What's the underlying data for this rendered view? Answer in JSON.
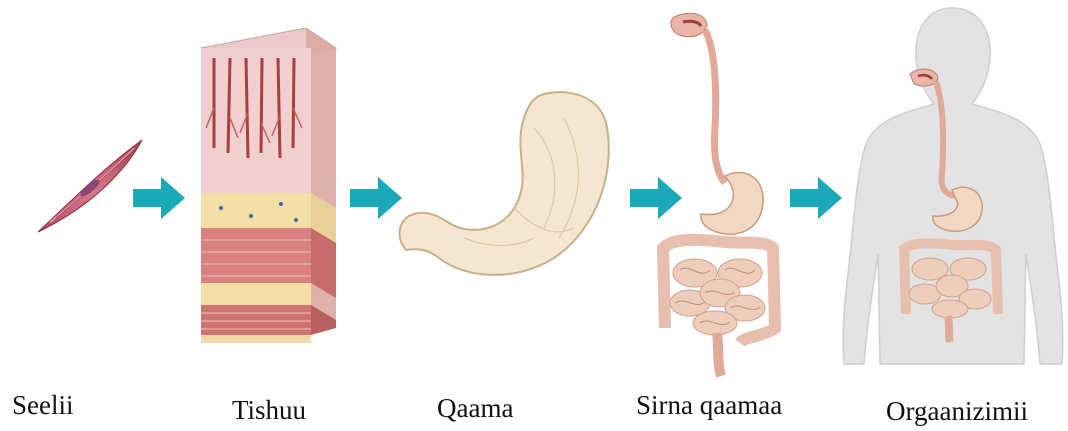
{
  "figure": {
    "stages": [
      {
        "id": "cell",
        "label": "Seelii",
        "icon": "muscle-cell-icon"
      },
      {
        "id": "tissue",
        "label": "Tishuu",
        "icon": "tissue-block-icon"
      },
      {
        "id": "organ",
        "label": "Qaama",
        "icon": "stomach-icon"
      },
      {
        "id": "organ-system",
        "label": "Sirna qaamaa",
        "icon": "digestive-system-icon"
      },
      {
        "id": "organism",
        "label": "Orgaanizimii",
        "icon": "human-body-icon"
      }
    ],
    "colors": {
      "arrow": "#1aa9b8",
      "cell": "#c0566a",
      "tissue_red": "#c96b6b",
      "tissue_yellow": "#f3dfa6",
      "stomach": "#f3e4cc",
      "intestine": "#ecc7b2",
      "body": "#e2e2e2"
    }
  }
}
